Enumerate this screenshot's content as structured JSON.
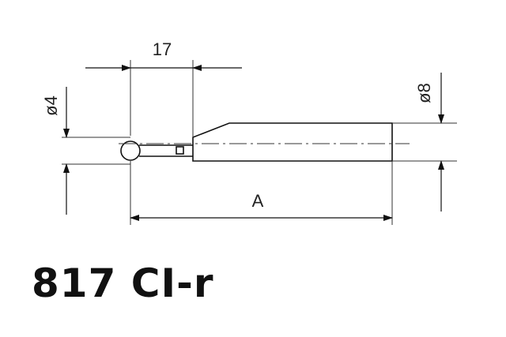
{
  "dimensions": {
    "ball_offset": "17",
    "ball_diameter": "ø4",
    "shank_diameter": "ø8",
    "overall_length": "A"
  },
  "part_number": "817 CI-r",
  "colors": {
    "line": "#111111",
    "text": "#222222",
    "background": "#ffffff"
  }
}
